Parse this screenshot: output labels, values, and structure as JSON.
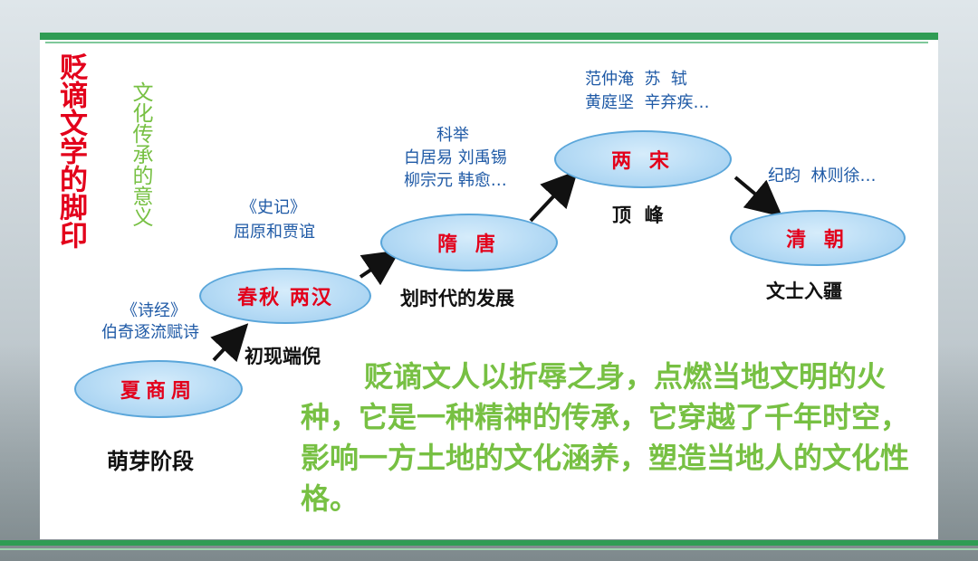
{
  "title": "贬谪文学的脚印",
  "subtitle": "文化传承的意义",
  "stages": [
    {
      "name": "夏商周",
      "note": "萌芽阶段",
      "above": ""
    },
    {
      "name": "春秋 两汉",
      "note": "初现端倪",
      "above": [
        "《诗经》",
        "伯奇逐流赋诗"
      ]
    },
    {
      "name": "隋 唐",
      "note": "划时代的发展",
      "above": [
        "《史记》",
        "屈原和贾谊"
      ]
    },
    {
      "name": "两 宋",
      "note": "顶  峰",
      "above": [
        "科举",
        "白居易 刘禹锡",
        "柳宗元 韩愈…"
      ]
    },
    {
      "name": "清 朝",
      "note": "文士入疆",
      "above": [
        "范仲淹  苏  轼",
        "黄庭坚  辛弃疾…"
      ]
    }
  ],
  "qing_above": "纪昀  林则徐…",
  "paragraph": "贬谪文人以折辱之身，点燃当地文明的火种，它是一种精神的传承，它穿越了千年时空，影响一方土地的文化涵养，塑造当地人的文化性格。",
  "colors": {
    "red": "#e3001b",
    "green": "#77c043",
    "blue": "#1f5aa6",
    "band": "#2f9c54"
  }
}
